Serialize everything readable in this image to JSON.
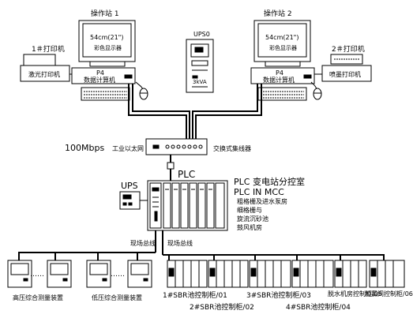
{
  "workstation1": {
    "title": "操作站 1",
    "monitor_size": "54cm(21\")",
    "monitor_type": "彩色显示器",
    "cpu_model": "P4",
    "cpu_name": "数据计算机"
  },
  "workstation2": {
    "title": "操作站 2",
    "monitor_size": "54cm(21\")",
    "monitor_type": "彩色显示器",
    "cpu_model": "P4",
    "cpu_name": "数据计算机"
  },
  "printer1": {
    "title": "1＃打印机",
    "device": "激光打印机"
  },
  "printer2": {
    "title": "2＃打印机",
    "device": "喷墨打印机"
  },
  "ups50": {
    "title": "UPS0",
    "label": "3kVA"
  },
  "network": {
    "speed": "100Mbps",
    "type": "工业以太网",
    "switch": "交换式集线器"
  },
  "plc": {
    "title": "PLC",
    "ups": "UPS",
    "locations": [
      "PLC 变电站分控室",
      "PLC IN MCC",
      "粗格栅及进水泵房",
      "细格栅与",
      "旋流沉砂池",
      "鼓风机房"
    ]
  },
  "buses": {
    "left": "现场总线",
    "right": "现场总线"
  },
  "meters": {
    "high_voltage": "高压综合测量装置",
    "low_voltage": "低压综合测量装置",
    "dots": "……"
  },
  "sbr_units": [
    "1#SBR池控制柜/01",
    "2#SBR池控制柜/02",
    "3#SBR池控制柜/03",
    "4#SBR池控制柜/04",
    "脱水机房控制柜/05",
    "加氯间控制柜/06"
  ]
}
